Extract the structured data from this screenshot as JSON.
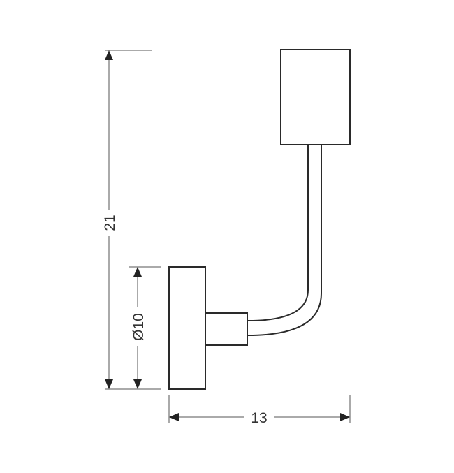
{
  "drawing": {
    "dimensions": {
      "height": "21",
      "diameter": "Ø10",
      "width": "13"
    },
    "colors": {
      "line": "#2a2a2a",
      "dim_line": "#555555"
    }
  }
}
